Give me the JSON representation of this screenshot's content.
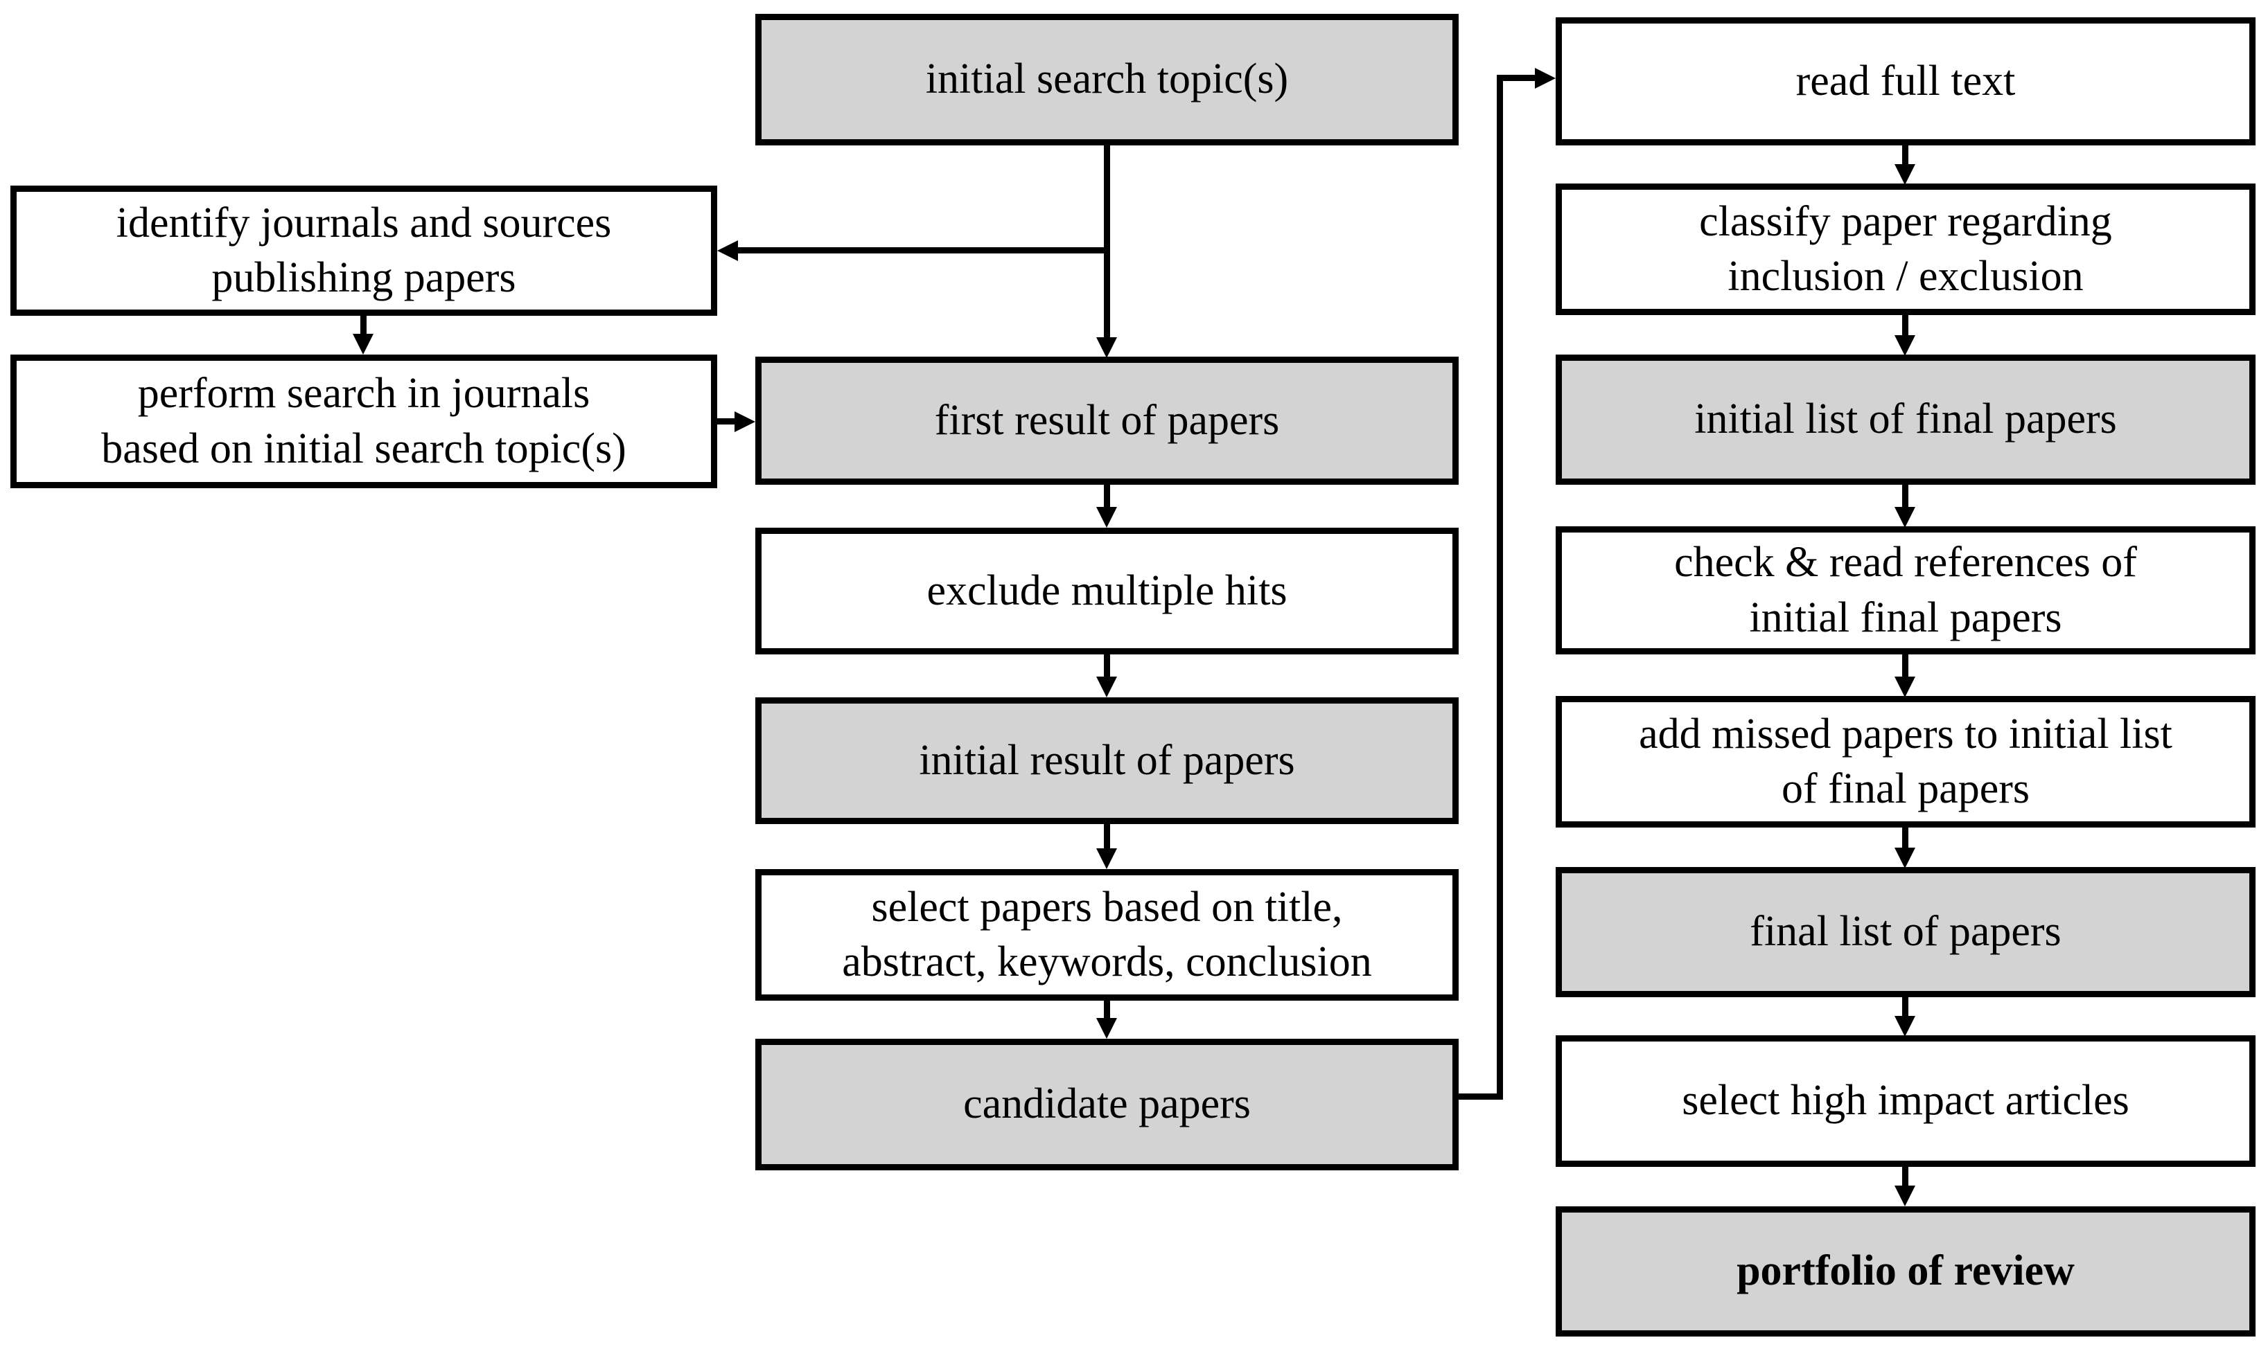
{
  "diagram": {
    "description": "systematic literature review process flowchart",
    "colors": {
      "background": "#ffffff",
      "shaded_node_fill": "#d3d3d3",
      "plain_node_fill": "#ffffff",
      "border_and_line": "#000000",
      "text": "#000000"
    }
  },
  "nodes": [
    {
      "id": "initial-search-topics",
      "label": "initial search topic(s)",
      "shaded": true
    },
    {
      "id": "identify-journals",
      "label": "identify journals and sources\npublishing papers",
      "shaded": false
    },
    {
      "id": "perform-search",
      "label": "perform search in journals\nbased on initial search topic(s)",
      "shaded": false
    },
    {
      "id": "first-result",
      "label": "first result of papers",
      "shaded": true
    },
    {
      "id": "exclude-multiple-hits",
      "label": "exclude multiple hits",
      "shaded": false
    },
    {
      "id": "initial-result",
      "label": "initial result of papers",
      "shaded": true
    },
    {
      "id": "select-papers",
      "label": "select papers based on title,\nabstract, keywords, conclusion",
      "shaded": false
    },
    {
      "id": "candidate-papers",
      "label": "candidate papers",
      "shaded": true
    },
    {
      "id": "read-full-text",
      "label": "read full text",
      "shaded": false
    },
    {
      "id": "classify-paper",
      "label": "classify paper regarding\ninclusion / exclusion",
      "shaded": false
    },
    {
      "id": "initial-list-of-final-papers",
      "label": "initial list of final papers",
      "shaded": true
    },
    {
      "id": "check-read-references",
      "label": "check & read references of\ninitial final papers",
      "shaded": false
    },
    {
      "id": "add-missed-papers",
      "label": "add missed papers to initial list\nof final papers",
      "shaded": false
    },
    {
      "id": "final-list-of-papers",
      "label": "final list of papers",
      "shaded": true
    },
    {
      "id": "select-high-impact",
      "label": "select high impact articles",
      "shaded": false
    },
    {
      "id": "portfolio-of-review",
      "label": "portfolio of review",
      "shaded": true,
      "bold": true
    }
  ],
  "edges": [
    {
      "from": "initial-search-topics",
      "to": "first-result"
    },
    {
      "from": "initial-search-topics",
      "to": "identify-journals"
    },
    {
      "from": "identify-journals",
      "to": "perform-search"
    },
    {
      "from": "perform-search",
      "to": "first-result"
    },
    {
      "from": "first-result",
      "to": "exclude-multiple-hits"
    },
    {
      "from": "exclude-multiple-hits",
      "to": "initial-result"
    },
    {
      "from": "initial-result",
      "to": "select-papers"
    },
    {
      "from": "select-papers",
      "to": "candidate-papers"
    },
    {
      "from": "candidate-papers",
      "to": "read-full-text"
    },
    {
      "from": "read-full-text",
      "to": "classify-paper"
    },
    {
      "from": "classify-paper",
      "to": "initial-list-of-final-papers"
    },
    {
      "from": "initial-list-of-final-papers",
      "to": "check-read-references"
    },
    {
      "from": "check-read-references",
      "to": "add-missed-papers"
    },
    {
      "from": "add-missed-papers",
      "to": "final-list-of-papers"
    },
    {
      "from": "final-list-of-papers",
      "to": "select-high-impact"
    },
    {
      "from": "select-high-impact",
      "to": "portfolio-of-review"
    }
  ]
}
